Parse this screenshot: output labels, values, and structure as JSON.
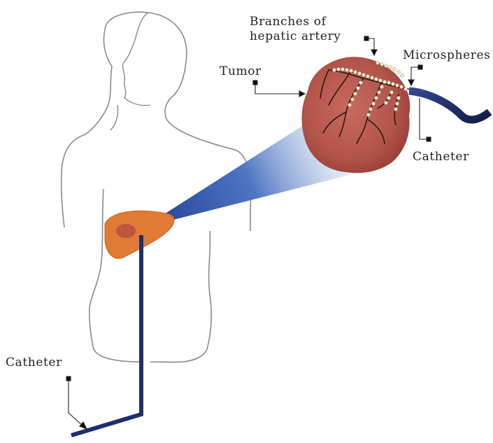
{
  "labels": {
    "branches_line1": "Branches of",
    "branches_line2": "hepatic artery",
    "microspheres": "Microspheres",
    "tumor": "Tumor",
    "catheter_right": "Catheter",
    "catheter_left": "Catheter"
  },
  "colors": {
    "body_outline": "#8a8a8a",
    "liver": "#e07a35",
    "tumor": "#b5564b",
    "catheter": "#1e2f6e",
    "beam": "#2f57a8",
    "vessels": "#2a1a12",
    "microspheres": "#f1ecd8"
  }
}
